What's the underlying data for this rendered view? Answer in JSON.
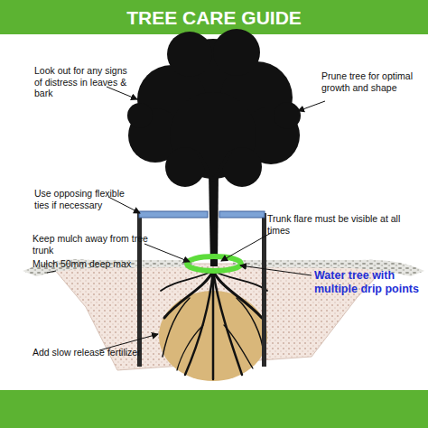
{
  "diagram": {
    "title": "TREE CARE GUIDE",
    "labels": [
      "Look out for any signs of distress in leaves & bark",
      "Prune tree for optimal growth and shape",
      "Use opposing flexible ties if necessary",
      "Trunk flare must be visible at all times",
      "Keep mulch away from tree trunk",
      "Water tree with multiple drip points",
      "Mulch 50mm deep max",
      "Add slow release fertilizer"
    ]
  }
}
